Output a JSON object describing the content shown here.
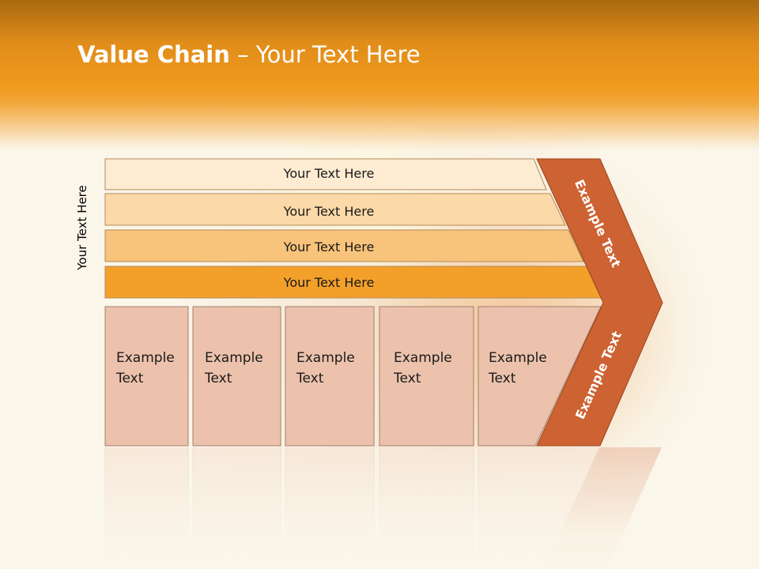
{
  "slide": {
    "title_bold": "Value Chain",
    "title_rest": " – Your Text Here",
    "side_label": "Your Text Here"
  },
  "rows": [
    {
      "label": "Your Text Here",
      "fill": "#fdebd2"
    },
    {
      "label": "Your Text Here",
      "fill": "#fcd9a8"
    },
    {
      "label": "Your Text Here",
      "fill": "#f8c37a"
    },
    {
      "label": "Your Text Here",
      "fill": "#f3a02b"
    }
  ],
  "columns": [
    {
      "line1": "Example",
      "line2": "Text"
    },
    {
      "line1": "Example",
      "line2": "Text"
    },
    {
      "line1": "Example",
      "line2": "Text"
    },
    {
      "line1": "Example",
      "line2": "Text"
    },
    {
      "line1": "Example",
      "line2": "Text"
    }
  ],
  "chevron": {
    "upper_label": "Example Text",
    "lower_label": "Example Text",
    "fill": "#cd6232"
  },
  "colors": {
    "column_fill": "#ecc2ac",
    "header_orange": "#f09a1e"
  }
}
